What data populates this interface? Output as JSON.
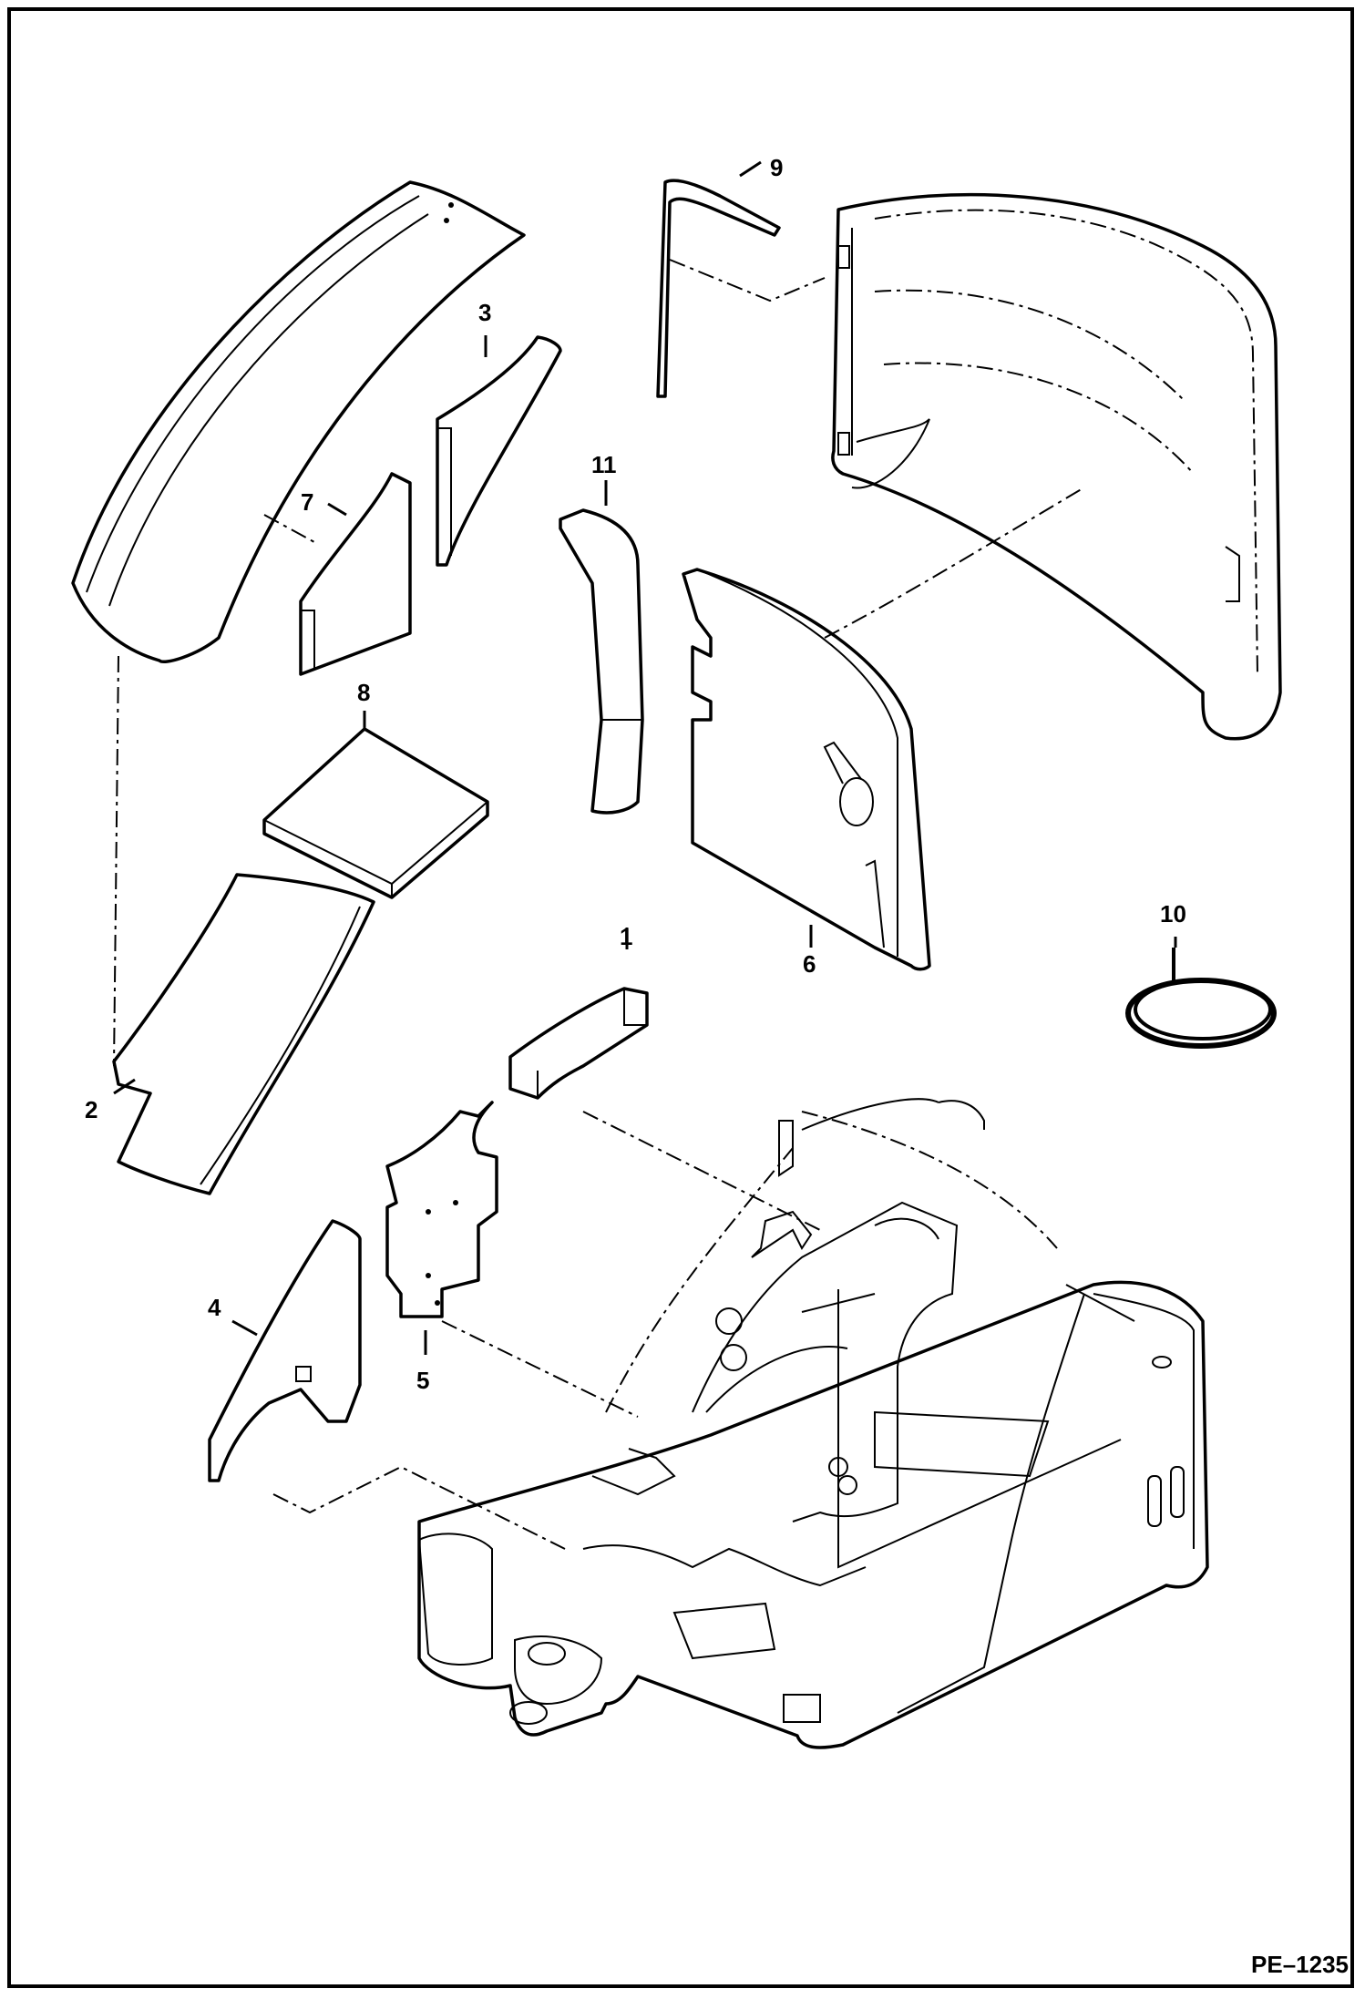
{
  "figure": {
    "id_label": "PE–1235"
  },
  "callouts": [
    {
      "number": "1"
    },
    {
      "number": "2"
    },
    {
      "number": "3"
    },
    {
      "number": "4"
    },
    {
      "number": "5"
    },
    {
      "number": "6"
    },
    {
      "number": "7"
    },
    {
      "number": "8"
    },
    {
      "number": "9"
    },
    {
      "number": "10"
    },
    {
      "number": "11"
    }
  ],
  "colors": {
    "line": "#000000",
    "background": "#ffffff"
  }
}
